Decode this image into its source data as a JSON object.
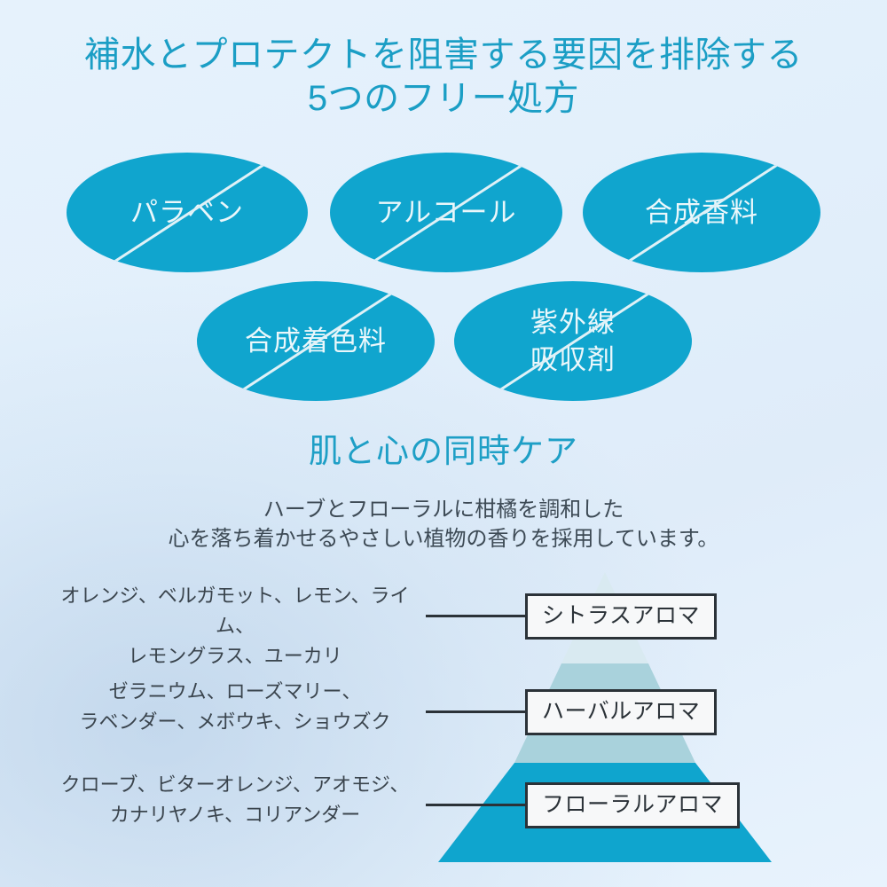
{
  "page": {
    "background_top": "#e6f2fc",
    "background_bottom": "#e8f3fd",
    "accent_teal": "#10a5ce",
    "heading_teal": "#1b9ec5",
    "text_dark": "#3a444d"
  },
  "title": {
    "line1": "補水とプロテクトを阻害する要因を排除する",
    "line2": "5つのフリー処方"
  },
  "free_ingredients": {
    "items": [
      {
        "label": "パラベン"
      },
      {
        "label": "アルコール"
      },
      {
        "label": "合成香料"
      },
      {
        "label": "合成着色料"
      },
      {
        "label": "紫外線\n吸収剤"
      }
    ]
  },
  "aroma_section": {
    "heading": "肌と心の同時ケア",
    "subtitle": "ハーブとフローラルに柑橘を調和した\n心を落ち着かせるやさしい植物の香りを採用しています。",
    "rows": [
      {
        "ingredients": "オレンジ、ベルガモット、レモン、ライム、\nレモングラス、ユーカリ",
        "box_label": "シトラスアロマ"
      },
      {
        "ingredients": "ゼラニウム、ローズマリー、\nラベンダー、メボウキ、ショウズク",
        "box_label": "ハーバルアロマ"
      },
      {
        "ingredients": "クローブ、ビターオレンジ、アオモジ、\nカナリヤノキ、コリアンダー",
        "box_label": "フローラルアロマ"
      }
    ],
    "pyramid": {
      "tier_colors": [
        "#d9eaf1",
        "#a9d2dc",
        "#0fa5ce"
      ]
    }
  }
}
